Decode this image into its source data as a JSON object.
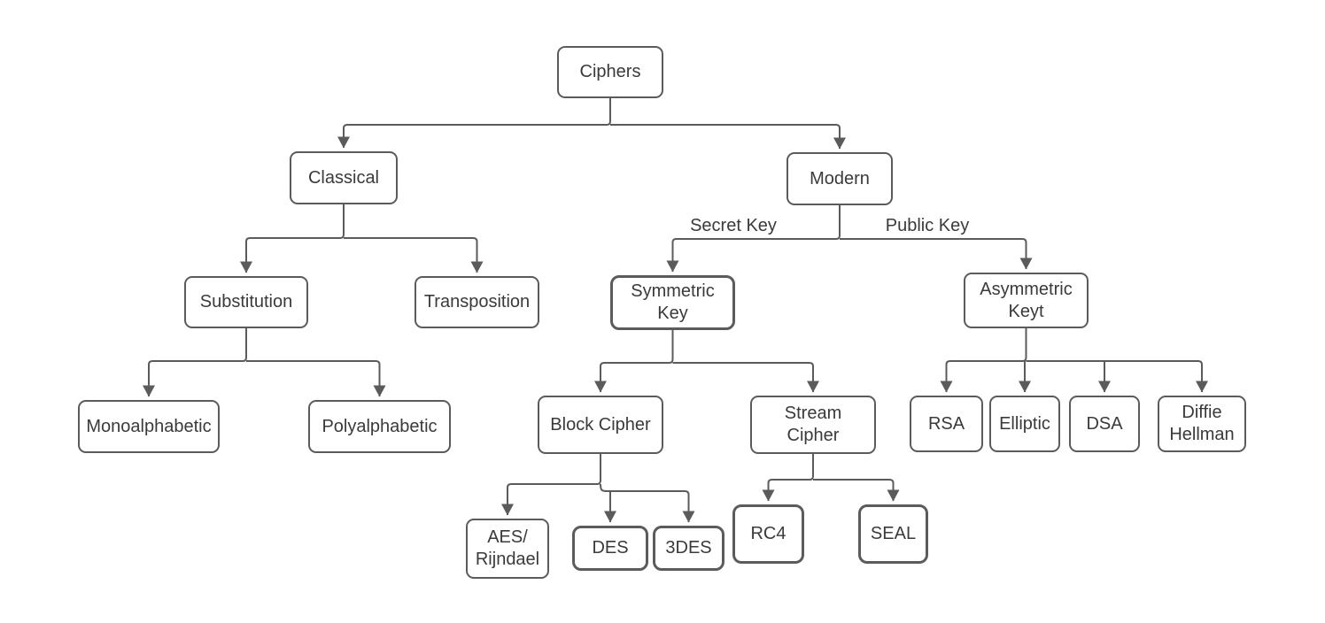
{
  "diagram": {
    "title": "Ciphers classification tree",
    "colors": {
      "background": "#ffffff",
      "box_fill": "#ffffff",
      "box_border": "#5b5b5b",
      "connector": "#5b5b5b",
      "text": "#3a3a3a"
    },
    "nodes": {
      "ciphers": {
        "label": "Ciphers"
      },
      "classical": {
        "label": "Classical"
      },
      "modern": {
        "label": "Modern"
      },
      "substitution": {
        "label": "Substitution"
      },
      "transposition": {
        "label": "Transposition"
      },
      "symmetric_key": {
        "label": "Symmetric Key"
      },
      "asymmetric_key": {
        "label": "Asymmetric Keyt"
      },
      "monoalphabetic": {
        "label": "Monoalphabetic"
      },
      "polyalphabetic": {
        "label": "Polyalphabetic"
      },
      "block_cipher": {
        "label": "Block Cipher"
      },
      "stream_cipher": {
        "label": "Stream Cipher"
      },
      "rsa": {
        "label": "RSA"
      },
      "elliptic": {
        "label": "Elliptic"
      },
      "dsa": {
        "label": "DSA"
      },
      "triple_des": {
        "label": "3DES"
      },
      "des": {
        "label": "DES"
      },
      "aes_rijndael": {
        "label": "AES/ Rijndael"
      },
      "rc4": {
        "label": "RC4"
      },
      "seal": {
        "label": "SEAL"
      },
      "diffie_hellman": {
        "label": "Diffie Hellman"
      }
    },
    "edge_labels": {
      "secret_key": "Secret Key",
      "public_key": "Public Key"
    },
    "edges": [
      "Ciphers-Classical",
      "Ciphers-Modern",
      "Classical-Substitution",
      "Classical-Transposition",
      "Substitution-Monoalphabetic",
      "Substitution-Polyalphabetic",
      "Modern-Symmetric Key (Secret Key)",
      "Modern-Asymmetric Keyt (Public Key)",
      "Symmetric Key-Block Cipher",
      "Symmetric Key-Stream Cipher",
      "Block Cipher-AES/Rijndael",
      "Block Cipher-DES",
      "Block Cipher-3DES",
      "Stream Cipher-RC4",
      "Stream Cipher-SEAL",
      "Asymmetric Keyt-RSA",
      "Asymmetric Keyt-Elliptic",
      "Asymmetric Keyt-DSA",
      "Asymmetric Keyt-Diffie Hellman"
    ]
  }
}
